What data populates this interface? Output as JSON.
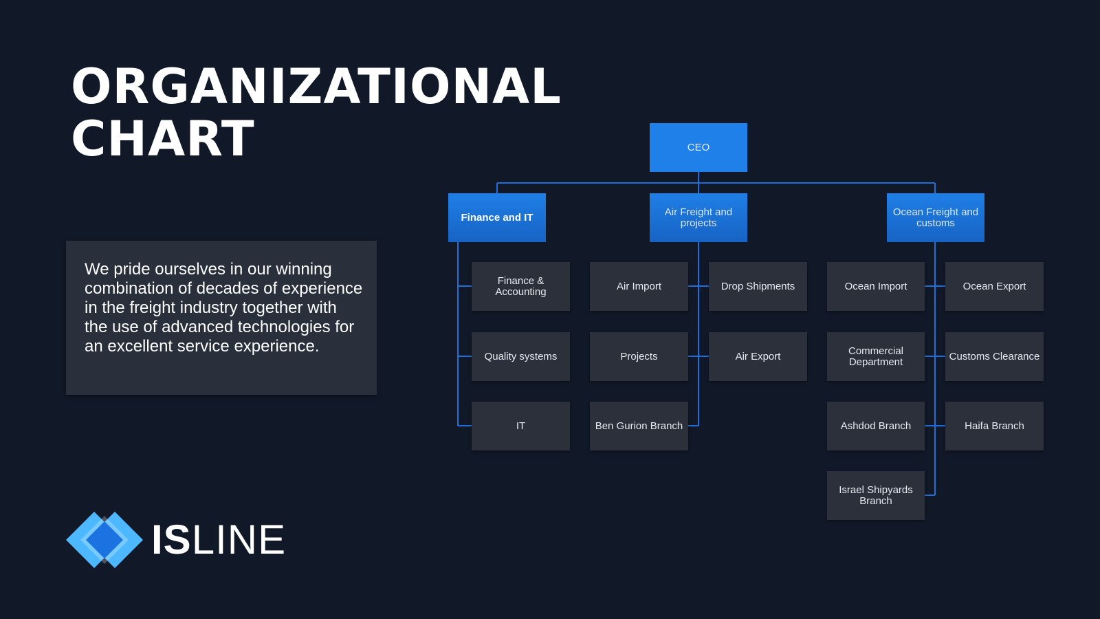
{
  "title": {
    "line1": "ORGANIZATIONAL",
    "line2": "CHART"
  },
  "intro": "We pride ourselves in our winning combination of decades of experience in the freight industry together with the use of advanced technologies for an excellent service experience.",
  "logo": {
    "bold": "IS",
    "thin": "LINE",
    "colors": {
      "outer": "#4db8ff",
      "inner": "#1a73e0"
    }
  },
  "colors": {
    "background": "#111827",
    "head": "#1f7fe6",
    "box": "#2b303a",
    "line": "#1e6fd9"
  },
  "org": {
    "ceo": "CEO",
    "finance_it": {
      "label": "Finance and IT",
      "children": [
        "Finance & Accounting",
        "Quality systems",
        "IT"
      ]
    },
    "air": {
      "label": "Air Freight and projects",
      "left": [
        "Air Import",
        "Projects",
        "Ben Gurion Branch"
      ],
      "right": [
        "Drop Shipments",
        "Air Export"
      ]
    },
    "ocean": {
      "label": "Ocean Freight and customs",
      "left": [
        "Ocean Import",
        "Commercial Department",
        "Ashdod Branch",
        "Israel Shipyards Branch"
      ],
      "right": [
        "Ocean Export",
        "Customs Clearance",
        "Haifa Branch"
      ]
    }
  }
}
